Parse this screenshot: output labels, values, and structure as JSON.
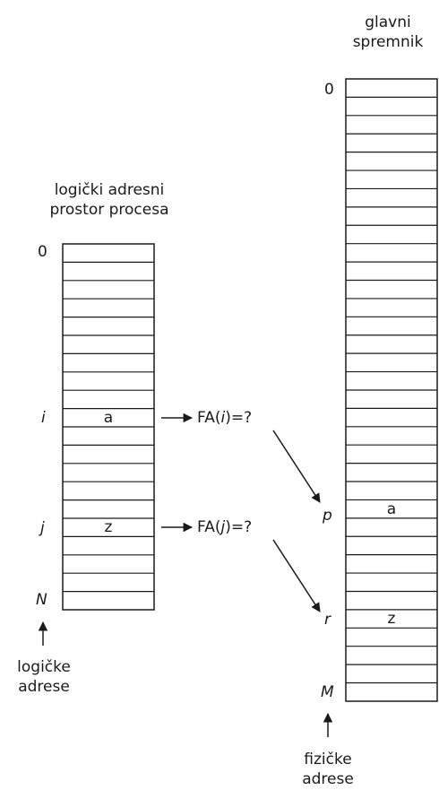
{
  "logical": {
    "title_line1": "logički adresni",
    "title_line2": "prostor procesa",
    "label_start": "0",
    "label_i": "i",
    "label_j": "j",
    "label_end": "N",
    "cell_i_value": "a",
    "cell_j_value": "z",
    "caption_line1": "logičke",
    "caption_line2": "adrese"
  },
  "physical": {
    "title_line1": "glavni",
    "title_line2": "spremnik",
    "label_start": "0",
    "label_p": "p",
    "label_r": "r",
    "label_end": "M",
    "cell_p_value": "a",
    "cell_r_value": "z",
    "caption_line1": "fizičke",
    "caption_line2": "adrese"
  },
  "mapping": {
    "fa_i_prefix": "FA(",
    "fa_i_var": "i",
    "fa_i_suffix": ")=?",
    "fa_j_prefix": "FA(",
    "fa_j_var": "j",
    "fa_j_suffix": ")=?"
  }
}
